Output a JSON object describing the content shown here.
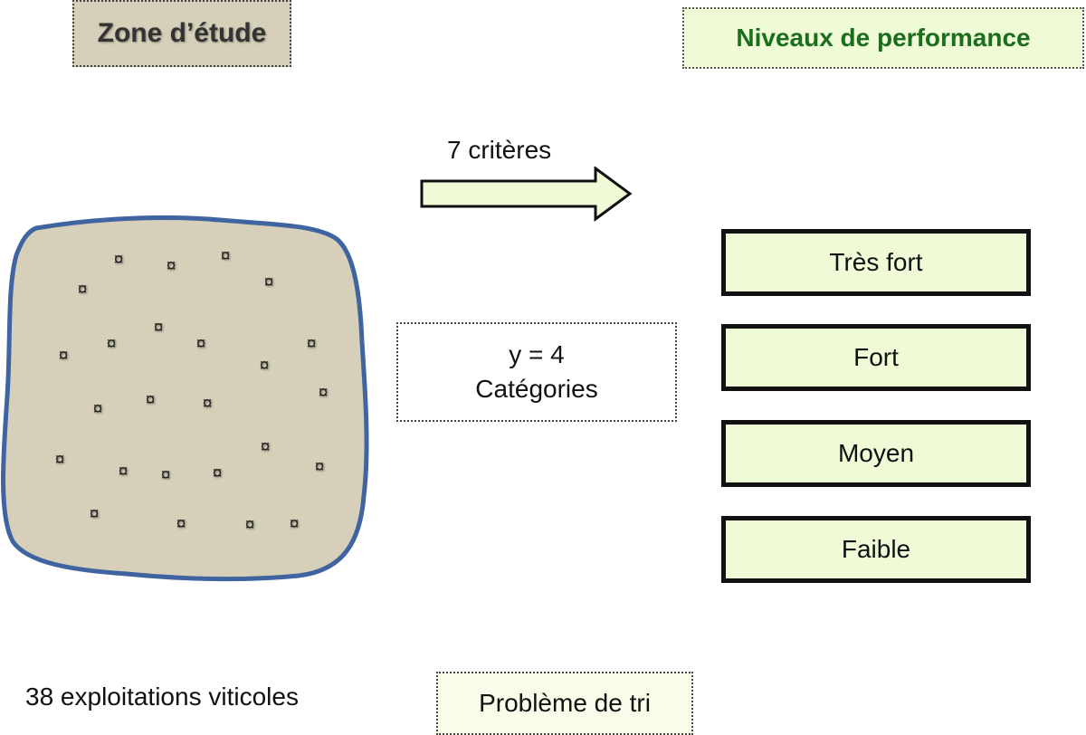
{
  "zone_title": "Zone d’étude",
  "levels_title": "Niveaux de performance",
  "criteria_label": "7 critères",
  "categories_box": {
    "line1": "y = 4",
    "line2": "Catégories"
  },
  "problem_label": "Problème de tri",
  "count_label": "38  exploitations viticoles",
  "levels": [
    "Très fort",
    "Fort",
    "Moyen",
    "Faible"
  ],
  "marker_glyph": "¤",
  "colors": {
    "zone_fill": "#d6cfb9",
    "zone_outline": "#3f64a0",
    "level_fill": "#eefbd6",
    "levels_title_text": "#1c6e1c",
    "arrow_fill": "#eefbd6"
  }
}
